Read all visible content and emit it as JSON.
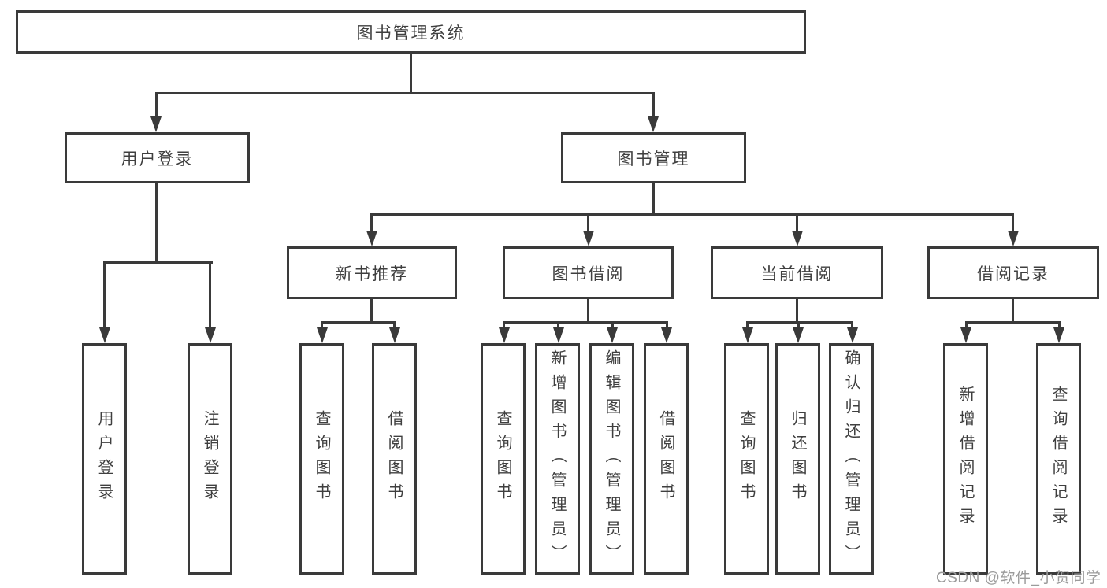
{
  "diagram": {
    "root": "图书管理系统",
    "level2": {
      "user_login": "用户登录",
      "book_mgmt": "图书管理"
    },
    "level3": {
      "new_books": "新书推荐",
      "book_borrow": "图书借阅",
      "current_borrow": "当前借阅",
      "borrow_records": "借阅记录"
    },
    "leaves": {
      "user_login": [
        "用户登录",
        "注销登录"
      ],
      "new_books": [
        "查询图书",
        "借阅图书"
      ],
      "book_borrow": [
        "查询图书",
        "新增图书（管理员）",
        "编辑图书（管理员）",
        "借阅图书"
      ],
      "current_borrow": [
        "查询图书",
        "归还图书",
        "确认归还（管理员）"
      ],
      "borrow_records": [
        "新增借阅记录",
        "查询借阅记录"
      ]
    }
  },
  "watermark": "CSDN @软件_小贺同学",
  "colors": {
    "line": "#3a3a3a",
    "text": "#3f3f3f",
    "watermark": "#9b9b9b",
    "background": "#ffffff"
  }
}
